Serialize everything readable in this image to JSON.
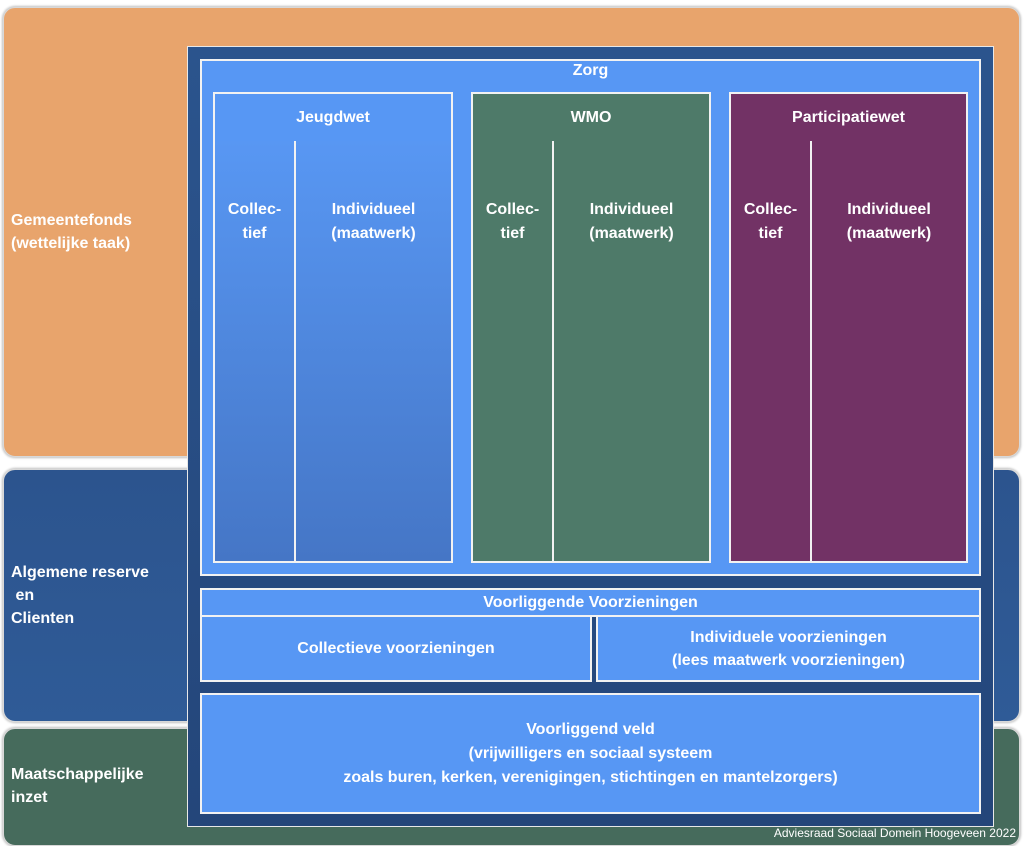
{
  "side_panels": [
    {
      "label": "Gemeentefonds\n(wettelijke taak)",
      "color": "#e8a46c"
    },
    {
      "label": "Algemene reserve\n en\nClienten",
      "color": "#2e5892"
    },
    {
      "label": "Maatschappelijke\ninzet",
      "color": "#466b5c"
    }
  ],
  "zorg": {
    "title": "Zorg",
    "laws": [
      {
        "name": "Jeugdwet",
        "collectief": "Collec-\ntief",
        "individueel": "Individueel\n(maatwerk)",
        "color": "#5797f4"
      },
      {
        "name": "WMO",
        "collectief": "Collec-\ntief",
        "individueel": "Individueel\n(maatwerk)",
        "color": "#4e7a69"
      },
      {
        "name": "Participatiewet",
        "collectief": "Collec-\ntief",
        "individueel": "Individueel\n(maatwerk)",
        "color": "#723265"
      }
    ]
  },
  "voorzieningen": {
    "title": "Voorliggende Voorzieningen",
    "collectief": "Collectieve voorzieningen",
    "individueel": "Individuele voorzieningen\n(lees maatwerk voorzieningen)"
  },
  "veld": {
    "text": "Voorliggend veld\n(vrijwilligers en sociaal systeem\nzoals buren, kerken, verenigingen, stichtingen en mantelzorgers)"
  },
  "footer": "Adviesraad Sociaal Domein Hoogeveen 2022"
}
